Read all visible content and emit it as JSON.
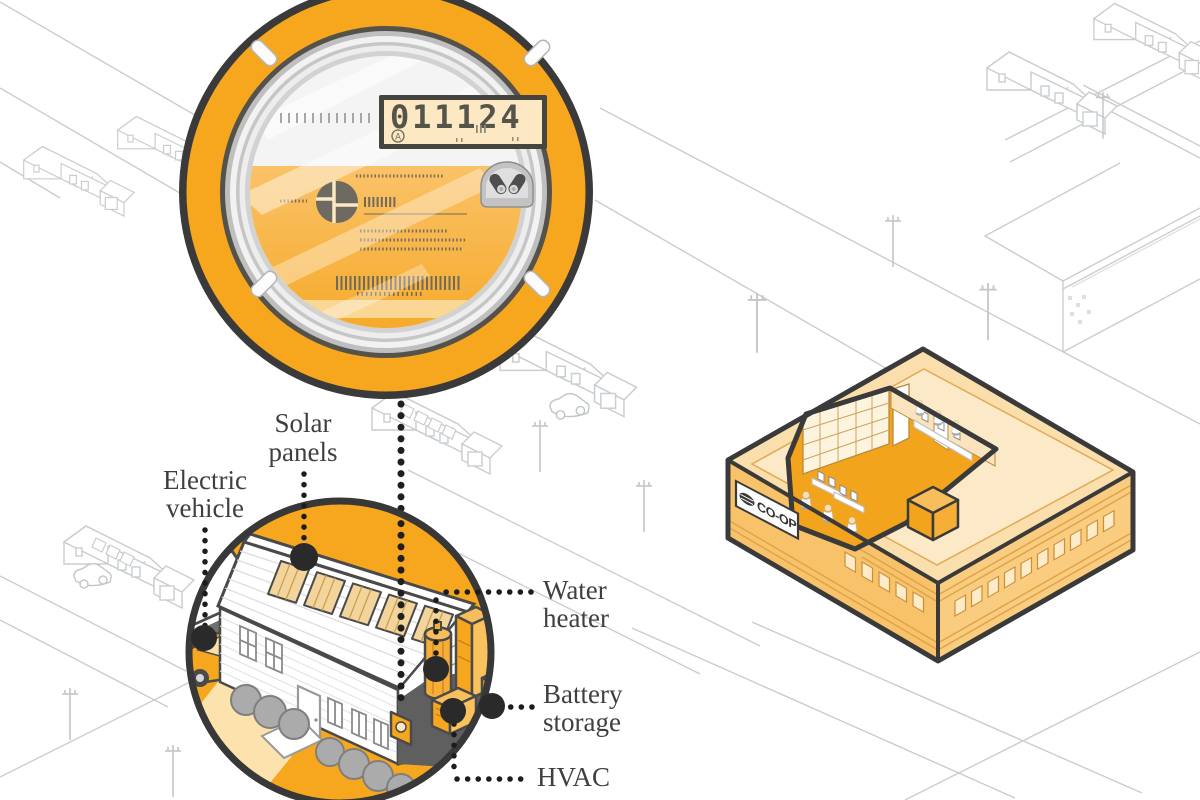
{
  "smart_meter": {
    "display_reading": "011124",
    "register_indicator": "A"
  },
  "home_inset": {
    "labels": {
      "solar_panels": {
        "line1": "Solar",
        "line2": "panels"
      },
      "electric_vehicle": {
        "line1": "Electric",
        "line2": "vehicle"
      },
      "water_heater": {
        "line1": "Water",
        "line2": "heater"
      },
      "battery_storage": {
        "line1": "Battery",
        "line2": "storage"
      },
      "hvac": {
        "line1": "HVAC"
      }
    }
  },
  "coop_building": {
    "sign_text": "CO-OP"
  },
  "colors": {
    "accent_orange": "#F6A71E",
    "soft_orange": "#F7C26A",
    "pale_orange": "#FBDFAD",
    "interior_floor_orange": "#F2A41D",
    "outline_charcoal": "#3A3A3A",
    "lcd_background": "#FCE8C2",
    "lineart_gray": "#C9CDD0",
    "label_text": "#3F3F40"
  }
}
